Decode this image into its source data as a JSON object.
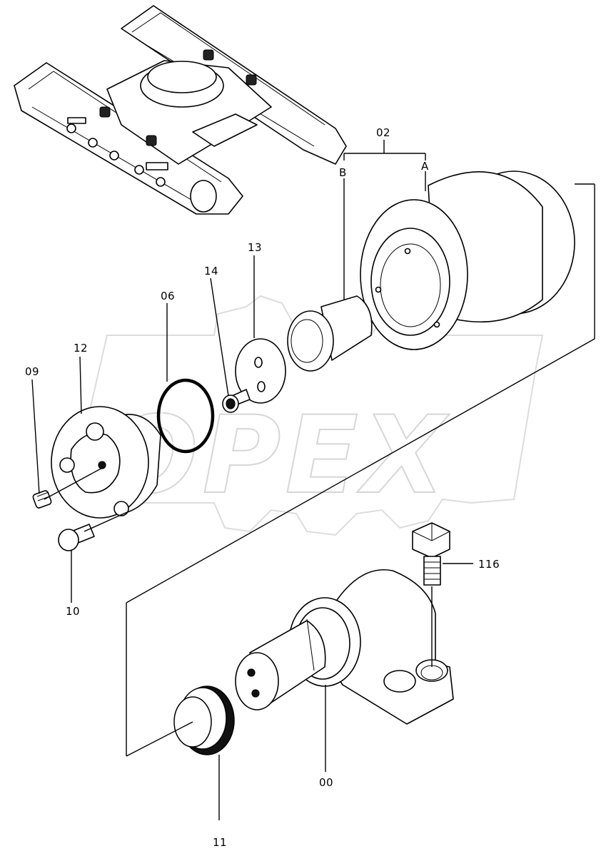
{
  "watermark": {
    "text": "OPEX"
  },
  "callouts": {
    "p02": "02",
    "pA": "A",
    "pB": "B",
    "p13": "13",
    "p14": "14",
    "p06": "06",
    "p12": "12",
    "p09": "09",
    "p10": "10",
    "p116": "116",
    "p00": "00",
    "p11": "11"
  }
}
